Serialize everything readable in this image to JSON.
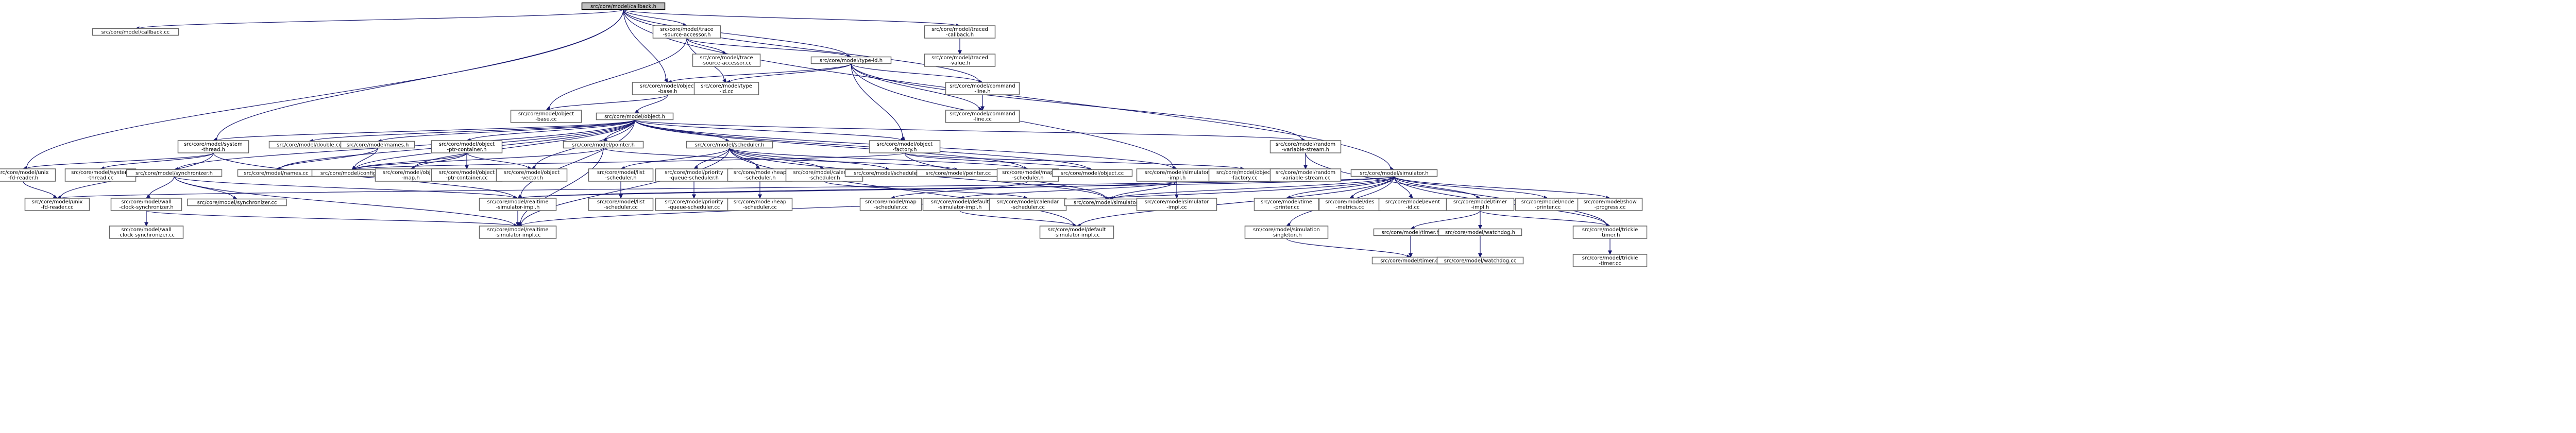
{
  "graph": {
    "root": "callback_h",
    "nodes": [
      {
        "id": "callback_h",
        "lines": [
          "src/core/model/callback.h"
        ]
      },
      {
        "id": "callback_cc",
        "lines": [
          "src/core/model/callback.cc"
        ]
      },
      {
        "id": "trace_source_accessor_h",
        "lines": [
          "src/core/model/trace",
          "-source-accessor.h"
        ]
      },
      {
        "id": "traced_callback_h",
        "lines": [
          "src/core/model/traced",
          "-callback.h"
        ]
      },
      {
        "id": "trace_source_accessor_cc",
        "lines": [
          "src/core/model/trace",
          "-source-accessor.cc"
        ]
      },
      {
        "id": "type_id_h",
        "lines": [
          "src/core/model/type-id.h"
        ]
      },
      {
        "id": "traced_value_h",
        "lines": [
          "src/core/model/traced",
          "-value.h"
        ]
      },
      {
        "id": "object_base_h",
        "lines": [
          "src/core/model/object",
          "-base.h"
        ]
      },
      {
        "id": "type_id_cc",
        "lines": [
          "src/core/model/type",
          "-id.cc"
        ]
      },
      {
        "id": "command_line_h",
        "lines": [
          "src/core/model/command",
          "-line.h"
        ]
      },
      {
        "id": "object_base_cc",
        "lines": [
          "src/core/model/object",
          "-base.cc"
        ]
      },
      {
        "id": "object_h",
        "lines": [
          "src/core/model/object.h"
        ]
      },
      {
        "id": "command_line_cc",
        "lines": [
          "src/core/model/command",
          "-line.cc"
        ]
      },
      {
        "id": "system_thread_h",
        "lines": [
          "src/core/model/system",
          "-thread.h"
        ]
      },
      {
        "id": "double_cc",
        "lines": [
          "src/core/model/double.cc"
        ]
      },
      {
        "id": "names_h",
        "lines": [
          "src/core/model/names.h"
        ]
      },
      {
        "id": "object_ptr_container_h",
        "lines": [
          "src/core/model/object",
          "-ptr-container.h"
        ]
      },
      {
        "id": "pointer_h",
        "lines": [
          "src/core/model/pointer.h"
        ]
      },
      {
        "id": "scheduler_h",
        "lines": [
          "src/core/model/scheduler.h"
        ]
      },
      {
        "id": "object_factory_h",
        "lines": [
          "src/core/model/object",
          "-factory.h"
        ]
      },
      {
        "id": "random_variable_stream_h",
        "lines": [
          "src/core/model/random",
          "-variable-stream.h"
        ]
      },
      {
        "id": "unix_fd_reader_h",
        "lines": [
          "src/core/model/unix",
          "-fd-reader.h"
        ]
      },
      {
        "id": "system_thread_cc",
        "lines": [
          "src/core/model/system",
          "-thread.cc"
        ]
      },
      {
        "id": "synchronizer_h",
        "lines": [
          "src/core/model/synchronizer.h"
        ]
      },
      {
        "id": "names_cc",
        "lines": [
          "src/core/model/names.cc"
        ]
      },
      {
        "id": "config_cc",
        "lines": [
          "src/core/model/config.cc"
        ]
      },
      {
        "id": "object_map_h",
        "lines": [
          "src/core/model/object",
          "-map.h"
        ]
      },
      {
        "id": "object_ptr_container_cc",
        "lines": [
          "src/core/model/object",
          "-ptr-container.cc"
        ]
      },
      {
        "id": "object_vector_h",
        "lines": [
          "src/core/model/object",
          "-vector.h"
        ]
      },
      {
        "id": "list_scheduler_h",
        "lines": [
          "src/core/model/list",
          "-scheduler.h"
        ]
      },
      {
        "id": "priority_queue_scheduler_h",
        "lines": [
          "src/core/model/priority",
          "-queue-scheduler.h"
        ]
      },
      {
        "id": "heap_scheduler_h",
        "lines": [
          "src/core/model/heap",
          "-scheduler.h"
        ]
      },
      {
        "id": "calendar_scheduler_h",
        "lines": [
          "src/core/model/calendar",
          "-scheduler.h"
        ]
      },
      {
        "id": "scheduler_cc",
        "lines": [
          "src/core/model/scheduler.cc"
        ]
      },
      {
        "id": "pointer_cc",
        "lines": [
          "src/core/model/pointer.cc"
        ]
      },
      {
        "id": "map_scheduler_h",
        "lines": [
          "src/core/model/map",
          "-scheduler.h"
        ]
      },
      {
        "id": "object_cc",
        "lines": [
          "src/core/model/object.cc"
        ]
      },
      {
        "id": "simulator_impl_h",
        "lines": [
          "src/core/model/simulator",
          "-impl.h"
        ]
      },
      {
        "id": "object_factory_cc",
        "lines": [
          "src/core/model/object",
          "-factory.cc"
        ]
      },
      {
        "id": "random_variable_stream_cc",
        "lines": [
          "src/core/model/random",
          "-variable-stream.cc"
        ]
      },
      {
        "id": "simulator_h",
        "lines": [
          "src/core/model/simulator.h"
        ]
      },
      {
        "id": "unix_fd_reader_cc",
        "lines": [
          "src/core/model/unix",
          "-fd-reader.cc"
        ]
      },
      {
        "id": "wall_clock_synchronizer_h",
        "lines": [
          "src/core/model/wall",
          "-clock-synchronizer.h"
        ]
      },
      {
        "id": "synchronizer_cc",
        "lines": [
          "src/core/model/synchronizer.cc"
        ]
      },
      {
        "id": "realtime_simulator_impl_h",
        "lines": [
          "src/core/model/realtime",
          "-simulator-impl.h"
        ]
      },
      {
        "id": "list_scheduler_cc",
        "lines": [
          "src/core/model/list",
          "-scheduler.cc"
        ]
      },
      {
        "id": "priority_queue_scheduler_cc",
        "lines": [
          "src/core/model/priority",
          "-queue-scheduler.cc"
        ]
      },
      {
        "id": "heap_scheduler_cc",
        "lines": [
          "src/core/model/heap",
          "-scheduler.cc"
        ]
      },
      {
        "id": "map_scheduler_cc",
        "lines": [
          "src/core/model/map",
          "-scheduler.cc"
        ]
      },
      {
        "id": "default_simulator_impl_h",
        "lines": [
          "src/core/model/default",
          "-simulator-impl.h"
        ]
      },
      {
        "id": "calendar_scheduler_cc",
        "lines": [
          "src/core/model/calendar",
          "-scheduler.cc"
        ]
      },
      {
        "id": "simulator_cc",
        "lines": [
          "src/core/model/simulator.cc"
        ]
      },
      {
        "id": "simulator_impl_cc",
        "lines": [
          "src/core/model/simulator",
          "-impl.cc"
        ]
      },
      {
        "id": "time_printer_cc",
        "lines": [
          "src/core/model/time",
          "-printer.cc"
        ]
      },
      {
        "id": "des_metrics_cc",
        "lines": [
          "src/core/model/des",
          "-metrics.cc"
        ]
      },
      {
        "id": "event_id_cc",
        "lines": [
          "src/core/model/event",
          "-id.cc"
        ]
      },
      {
        "id": "timer_impl_h",
        "lines": [
          "src/core/model/timer",
          "-impl.h"
        ]
      },
      {
        "id": "node_printer_cc",
        "lines": [
          "src/core/model/node",
          "-printer.cc"
        ]
      },
      {
        "id": "show_progress_cc",
        "lines": [
          "src/core/model/show",
          "-progress.cc"
        ]
      },
      {
        "id": "wall_clock_synchronizer_cc",
        "lines": [
          "src/core/model/wall",
          "-clock-synchronizer.cc"
        ]
      },
      {
        "id": "realtime_simulator_impl_cc",
        "lines": [
          "src/core/model/realtime",
          "-simulator-impl.cc"
        ]
      },
      {
        "id": "default_simulator_impl_cc",
        "lines": [
          "src/core/model/default",
          "-simulator-impl.cc"
        ]
      },
      {
        "id": "simulation_singleton_h",
        "lines": [
          "src/core/model/simulation",
          "-singleton.h"
        ]
      },
      {
        "id": "timer_h",
        "lines": [
          "src/core/model/timer.h"
        ]
      },
      {
        "id": "watchdog_h",
        "lines": [
          "src/core/model/watchdog.h"
        ]
      },
      {
        "id": "trickle_timer_h",
        "lines": [
          "src/core/model/trickle",
          "-timer.h"
        ]
      },
      {
        "id": "timer_cc",
        "lines": [
          "src/core/model/timer.cc"
        ]
      },
      {
        "id": "watchdog_cc",
        "lines": [
          "src/core/model/watchdog.cc"
        ]
      },
      {
        "id": "trickle_timer_cc",
        "lines": [
          "src/core/model/trickle",
          "-timer.cc"
        ]
      }
    ],
    "edges": [
      [
        "callback_h",
        "callback_cc"
      ],
      [
        "callback_h",
        "trace_source_accessor_h"
      ],
      [
        "callback_h",
        "traced_callback_h"
      ],
      [
        "callback_h",
        "type_id_h"
      ],
      [
        "callback_h",
        "object_base_h"
      ],
      [
        "callback_h",
        "command_line_h"
      ],
      [
        "callback_h",
        "system_thread_h"
      ],
      [
        "callback_h",
        "unix_fd_reader_h"
      ],
      [
        "callback_h",
        "simulator_h"
      ],
      [
        "trace_source_accessor_h",
        "trace_source_accessor_cc"
      ],
      [
        "trace_source_accessor_h",
        "type_id_h"
      ],
      [
        "trace_source_accessor_h",
        "type_id_cc"
      ],
      [
        "trace_source_accessor_h",
        "object_base_cc"
      ],
      [
        "traced_callback_h",
        "traced_value_h"
      ],
      [
        "type_id_h",
        "object_base_h"
      ],
      [
        "type_id_h",
        "type_id_cc"
      ],
      [
        "type_id_h",
        "command_line_h"
      ],
      [
        "type_id_h",
        "command_line_cc"
      ],
      [
        "type_id_h",
        "object_factory_h"
      ],
      [
        "type_id_h",
        "random_variable_stream_h"
      ],
      [
        "type_id_h",
        "simulator_impl_h"
      ],
      [
        "object_base_h",
        "object_base_cc"
      ],
      [
        "object_base_h",
        "object_h"
      ],
      [
        "command_line_h",
        "command_line_cc"
      ],
      [
        "object_h",
        "system_thread_h"
      ],
      [
        "object_h",
        "double_cc"
      ],
      [
        "object_h",
        "names_h"
      ],
      [
        "object_h",
        "object_ptr_container_h"
      ],
      [
        "object_h",
        "pointer_h"
      ],
      [
        "object_h",
        "scheduler_h"
      ],
      [
        "object_h",
        "object_factory_h"
      ],
      [
        "object_h",
        "random_variable_stream_h"
      ],
      [
        "object_h",
        "synchronizer_h"
      ],
      [
        "object_h",
        "names_cc"
      ],
      [
        "object_h",
        "config_cc"
      ],
      [
        "object_h",
        "object_map_h"
      ],
      [
        "object_h",
        "object_vector_h"
      ],
      [
        "object_h",
        "object_cc"
      ],
      [
        "object_h",
        "simulator_impl_h"
      ],
      [
        "object_h",
        "map_scheduler_h"
      ],
      [
        "object_h",
        "realtime_simulator_impl_h"
      ],
      [
        "system_thread_h",
        "unix_fd_reader_h"
      ],
      [
        "system_thread_h",
        "system_thread_cc"
      ],
      [
        "system_thread_h",
        "unix_fd_reader_cc"
      ],
      [
        "system_thread_h",
        "realtime_simulator_impl_h"
      ],
      [
        "names_h",
        "names_cc"
      ],
      [
        "names_h",
        "config_cc"
      ],
      [
        "object_ptr_container_h",
        "config_cc"
      ],
      [
        "object_ptr_container_h",
        "object_map_h"
      ],
      [
        "object_ptr_container_h",
        "object_ptr_container_cc"
      ],
      [
        "object_ptr_container_h",
        "object_vector_h"
      ],
      [
        "pointer_h",
        "config_cc"
      ],
      [
        "pointer_h",
        "pointer_cc"
      ],
      [
        "pointer_h",
        "realtime_simulator_impl_cc"
      ],
      [
        "scheduler_h",
        "list_scheduler_h"
      ],
      [
        "scheduler_h",
        "priority_queue_scheduler_h"
      ],
      [
        "scheduler_h",
        "heap_scheduler_h"
      ],
      [
        "scheduler_h",
        "calendar_scheduler_h"
      ],
      [
        "scheduler_h",
        "scheduler_cc"
      ],
      [
        "scheduler_h",
        "map_scheduler_h"
      ],
      [
        "scheduler_h",
        "default_simulator_impl_cc"
      ],
      [
        "scheduler_h",
        "realtime_simulator_impl_cc"
      ],
      [
        "scheduler_h",
        "simulator_cc"
      ],
      [
        "object_factory_h",
        "object_factory_cc"
      ],
      [
        "object_factory_h",
        "object_cc"
      ],
      [
        "object_factory_h",
        "simulator_cc"
      ],
      [
        "object_factory_h",
        "config_cc"
      ],
      [
        "random_variable_stream_h",
        "random_variable_stream_cc"
      ],
      [
        "random_variable_stream_h",
        "trickle_timer_h"
      ],
      [
        "unix_fd_reader_h",
        "unix_fd_reader_cc"
      ],
      [
        "synchronizer_h",
        "wall_clock_synchronizer_h"
      ],
      [
        "synchronizer_h",
        "synchronizer_cc"
      ],
      [
        "synchronizer_h",
        "realtime_simulator_impl_h"
      ],
      [
        "synchronizer_h",
        "realtime_simulator_impl_cc"
      ],
      [
        "list_scheduler_h",
        "list_scheduler_cc"
      ],
      [
        "priority_queue_scheduler_h",
        "priority_queue_scheduler_cc"
      ],
      [
        "heap_scheduler_h",
        "heap_scheduler_cc"
      ],
      [
        "calendar_scheduler_h",
        "calendar_scheduler_cc"
      ],
      [
        "map_scheduler_h",
        "map_scheduler_cc"
      ],
      [
        "simulator_impl_h",
        "simulator_impl_cc"
      ],
      [
        "simulator_impl_h",
        "default_simulator_impl_h"
      ],
      [
        "simulator_impl_h",
        "realtime_simulator_impl_h"
      ],
      [
        "simulator_impl_h",
        "simulator_cc"
      ],
      [
        "simulator_h",
        "unix_fd_reader_cc"
      ],
      [
        "simulator_h",
        "realtime_simulator_impl_h"
      ],
      [
        "simulator_h",
        "simulator_cc"
      ],
      [
        "simulator_h",
        "time_printer_cc"
      ],
      [
        "simulator_h",
        "des_metrics_cc"
      ],
      [
        "simulator_h",
        "event_id_cc"
      ],
      [
        "simulator_h",
        "timer_impl_h"
      ],
      [
        "simulator_h",
        "node_printer_cc"
      ],
      [
        "simulator_h",
        "show_progress_cc"
      ],
      [
        "simulator_h",
        "simulation_singleton_h"
      ],
      [
        "simulator_h",
        "default_simulator_impl_cc"
      ],
      [
        "simulator_h",
        "realtime_simulator_impl_cc"
      ],
      [
        "simulator_h",
        "trickle_timer_h"
      ],
      [
        "wall_clock_synchronizer_h",
        "wall_clock_synchronizer_cc"
      ],
      [
        "wall_clock_synchronizer_h",
        "realtime_simulator_impl_cc"
      ],
      [
        "realtime_simulator_impl_h",
        "realtime_simulator_impl_cc"
      ],
      [
        "default_simulator_impl_h",
        "default_simulator_impl_cc"
      ],
      [
        "simulation_singleton_h",
        "timer_cc"
      ],
      [
        "timer_impl_h",
        "timer_h"
      ],
      [
        "timer_impl_h",
        "watchdog_h"
      ],
      [
        "timer_impl_h",
        "trickle_timer_h"
      ],
      [
        "timer_h",
        "timer_cc"
      ],
      [
        "watchdog_h",
        "watchdog_cc"
      ],
      [
        "trickle_timer_h",
        "trickle_timer_cc"
      ]
    ]
  }
}
